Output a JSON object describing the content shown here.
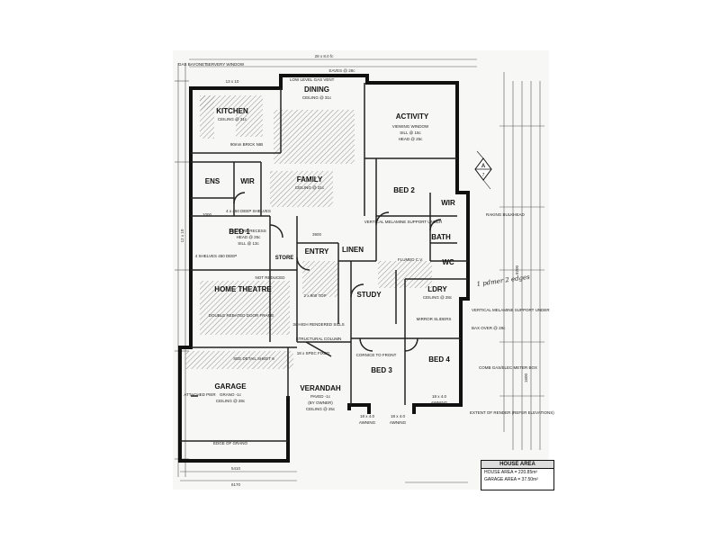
{
  "rooms": {
    "dining": "DINING",
    "kitchen": "KITCHEN",
    "activity": "ACTIVITY",
    "family": "FAMILY",
    "bed2": "BED 2",
    "ens": "ENS",
    "wir1": "WIR",
    "wir2": "WIR",
    "bed1": "BED 1",
    "entry": "ENTRY",
    "linen": "LINEN",
    "bath": "BATH",
    "wc": "WC",
    "store": "STORE",
    "home_theatre": "HOME THEATRE",
    "study": "STUDY",
    "ldry": "LDRY",
    "bed3": "BED 3",
    "bed4": "BED 4",
    "garage": "GARAGE",
    "verandah": "VERANDAH"
  },
  "notes": {
    "servery_window": "SERVERY WINDOW",
    "gas_bayonet": "GAS BAYONET",
    "low_level_gas_vent": "LOW LEVEL GAS VENT",
    "dining_ceiling": "CEILING @ 31c",
    "kitchen_ceiling": "CEILING @ 31c",
    "brick_nib": "90mm BRICK NIB",
    "viewing_window": "VIEWING WINDOW",
    "activity_sill": "SILL @ 15c",
    "activity_head": "HEAD @ 25c",
    "family_ceiling": "CEILING @ 31c",
    "picture_recess": "PICTURE RECESS",
    "bed1_head": "HEAD @ 25c",
    "bed1_sill": "SILL @ 13c",
    "shelves": "4 x 450 DEEP SHELVES",
    "shelves_bed1": "4 SHELVES 450 DEEP",
    "not_reduced": "NOT REDUCED",
    "vertical_melamine": "VERTICAL MELAMINE SUPPORT UNDER",
    "flumed_cv": "FLUMED C.V.",
    "raking_bulkhead": "RAKING BULKHEAD",
    "vertical_melamine_2": "VERTICAL MELAMINE SUPPORT UNDER",
    "max_over": "BAX OVER @ 28c",
    "double_rebated": "DOUBLE REBATED DOOR FRAME",
    "rendered_sills": "3c HIGH RENDERED SILLS",
    "structural_column": "STRUCTURAL COLUMN",
    "spec_fixed": "18 x SPEC FIXED",
    "see_detail": "SEE DETAIL SHEET 6",
    "attached_pier": "ATTACHED PIER",
    "garage_grano": "GRANO -1c",
    "garage_ceiling": "CEILING @ 28c",
    "edge_of_grano": "EDGE OF GRANO",
    "verandah_paved": "PAVED -1c",
    "verandah_owner": "(BY OWNER)",
    "verandah_ceiling": "CEILING @ 25c",
    "cornice_to_front": "CORNICE TO FRONT",
    "awning": "AWNING",
    "awning_size": "18 x 4.0",
    "comb_gas_meter": "COMB GAS/ELEC METER BOX",
    "extent_of_render": "EXTENT OF RENDER (REFER ELEVATIONS)",
    "ldry_ceiling": "CEILING @ 28c",
    "mirror_sliders": "MIRROR SLIDERS",
    "handwritten": "1 pdmer 2 edges"
  },
  "dims": {
    "top": "28 x 8.0 fc",
    "eaves": "EAVES @ 28c",
    "kitchen_w": "13 x 10",
    "bottom_1": "5410",
    "bottom_2": "6170",
    "left_1": "12 x 10",
    "d1": "1000",
    "d2": "3900",
    "d3": "2 x 900 TDP",
    "d4": "8200",
    "d5": "1600"
  },
  "compass": {
    "label": "A",
    "sub": "7"
  },
  "area_table": {
    "title": "HOUSE AREA",
    "house": "HOUSE AREA = 220.85m²",
    "garage": "GARAGE AREA = 37.50m²"
  },
  "colors": {
    "paper": "#f7f7f5",
    "ink": "#111111"
  }
}
